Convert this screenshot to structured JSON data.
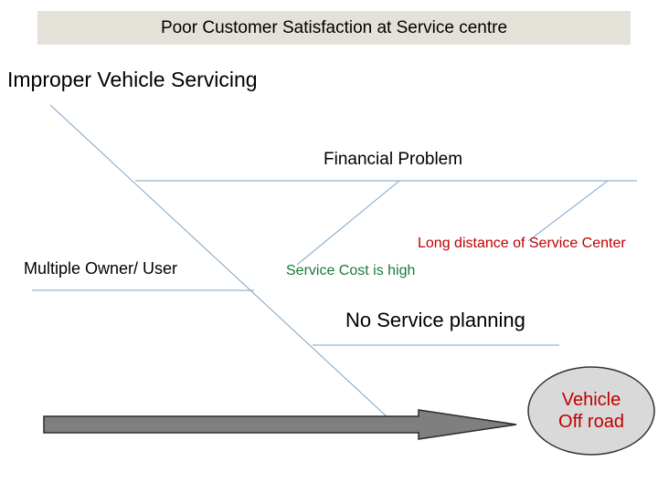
{
  "title": "Poor Customer Satisfaction at Service centre",
  "main_category": "Improper Vehicle Servicing",
  "causes": {
    "financial": "Financial Problem",
    "multiple_owner": "Multiple Owner/ User",
    "long_distance": "Long distance of Service Center",
    "service_cost": "Service Cost is high",
    "no_planning": "No  Service planning"
  },
  "effect": {
    "line1": "Vehicle",
    "line2": "Off road"
  },
  "colors": {
    "title_bg": "#e3e1d8",
    "bone_line": "#7aa3c8",
    "arrow_fill": "#7f7f7f",
    "red_text": "#c00000",
    "green_text": "#1a7a3a",
    "circle_fill": "#d9d9d9"
  }
}
